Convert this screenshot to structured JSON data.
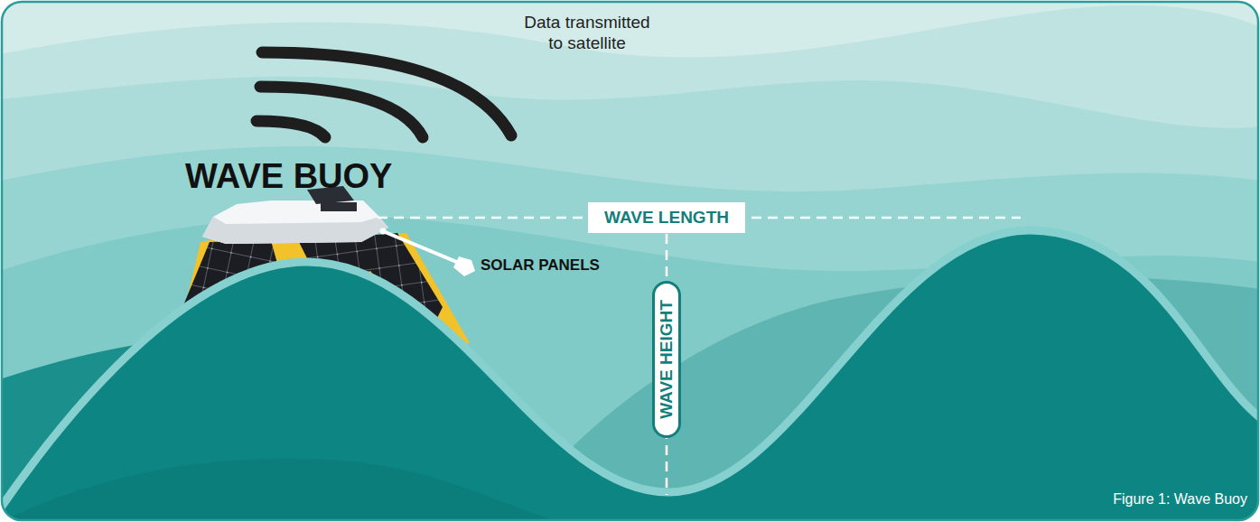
{
  "diagram": {
    "caption": "Figure 1: Wave Buoy",
    "nodes": [
      {
        "text": [
          "WAVE LENGTH"
        ]
      },
      {
        "text": [
          "WAVE HEIGHT"
        ]
      }
    ],
    "labels": [
      "Data transmitted to satellite",
      "WAVE BUOY",
      "SOLAR PANELS"
    ]
  }
}
